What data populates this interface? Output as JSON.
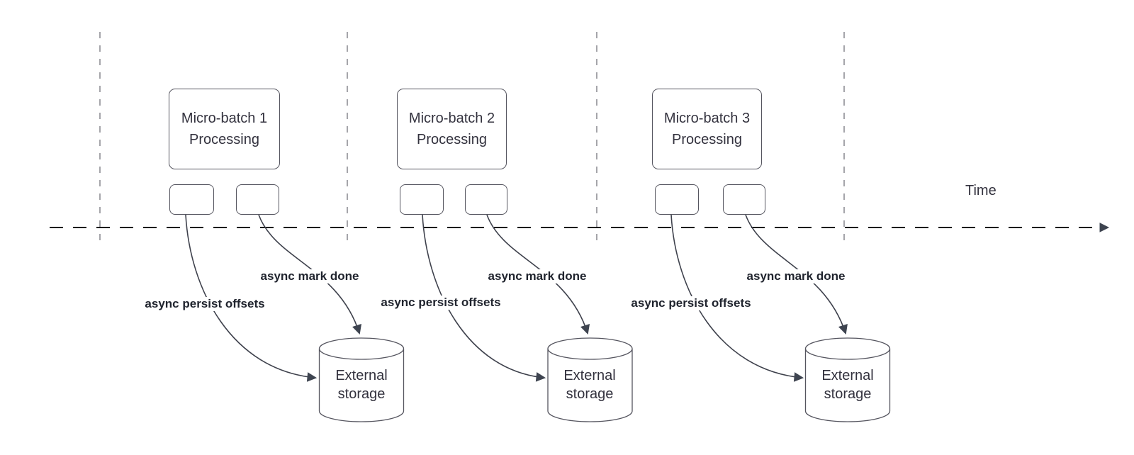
{
  "diagram": {
    "time_label": "Time",
    "groups": [
      {
        "box_line1": "Micro-batch 1",
        "box_line2": "Processing",
        "persist_label": "async persist offsets",
        "done_label": "async mark done",
        "storage_line1": "External",
        "storage_line2": "storage"
      },
      {
        "box_line1": "Micro-batch 2",
        "box_line2": "Processing",
        "persist_label": "async persist offsets",
        "done_label": "async mark done",
        "storage_line1": "External",
        "storage_line2": "storage"
      },
      {
        "box_line1": "Micro-batch 3",
        "box_line2": "Processing",
        "persist_label": "async persist offsets",
        "done_label": "async mark done",
        "storage_line1": "External",
        "storage_line2": "storage"
      }
    ],
    "colors": {
      "shape_stroke": "#55555f",
      "connector_stroke": "#3e414c",
      "arrowhead_fill": "#3e4450",
      "text": "#33323e",
      "edge_label_text": "#20242e",
      "timeline_stroke": "#141414",
      "guide_stroke": "#a5a5aa",
      "background": "#ffffff"
    }
  }
}
